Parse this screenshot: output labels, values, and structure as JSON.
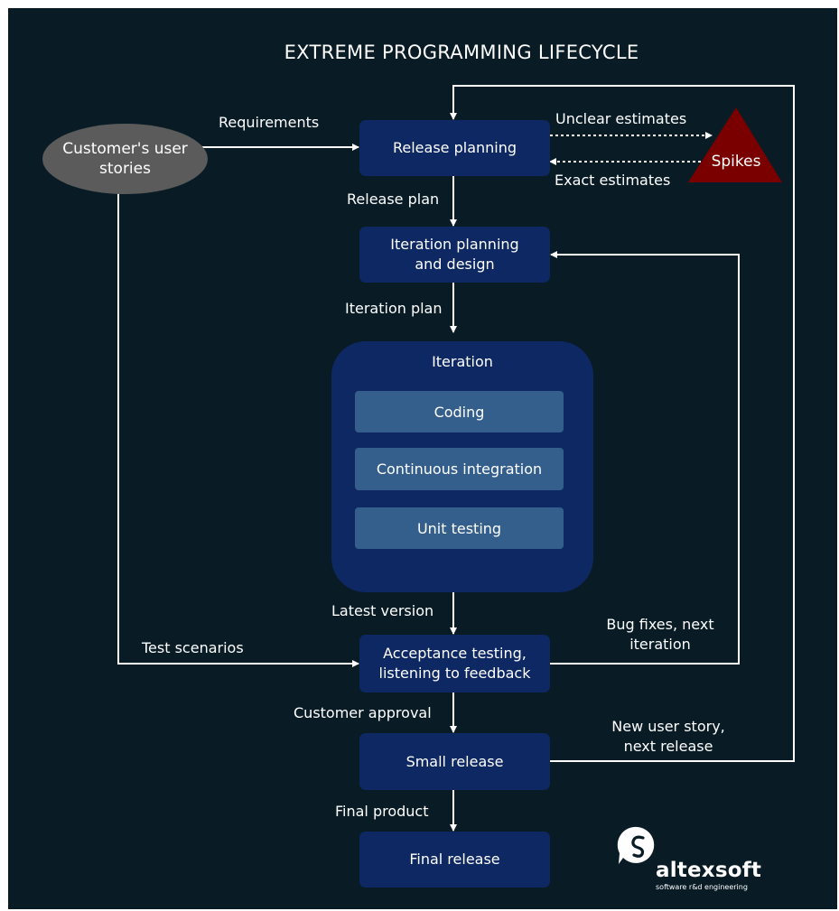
{
  "title": "EXTREME PROGRAMMING LIFECYCLE",
  "nodes": {
    "customer_stories": "Customer's user stories",
    "release_planning": "Release planning",
    "spikes": "Spikes",
    "iteration_planning": "Iteration planning and design",
    "iteration": "Iteration",
    "coding": "Coding",
    "continuous_integration": "Continuous integration",
    "unit_testing": "Unit testing",
    "acceptance_testing": "Acceptance testing, listening to feedback",
    "small_release": "Small release",
    "final_release": "Final release"
  },
  "edges": {
    "requirements": "Requirements",
    "unclear_estimates": "Unclear estimates",
    "exact_estimates": "Exact estimates",
    "release_plan": "Release plan",
    "iteration_plan": "Iteration plan",
    "latest_version": "Latest version",
    "test_scenarios": "Test scenarios",
    "bug_fixes": "Bug fixes, next iteration",
    "customer_approval": "Customer approval",
    "new_user_story": "New user story, next release",
    "final_product": "Final product"
  },
  "logo": {
    "name": "altexsoft",
    "tagline": "software r&d engineering"
  },
  "colors": {
    "background": "#091c26",
    "box": "#0e2863",
    "inner_box": "#345f8d",
    "ellipse": "#5b5b5b",
    "spikes": "#7a0000",
    "line": "#ffffff"
  }
}
